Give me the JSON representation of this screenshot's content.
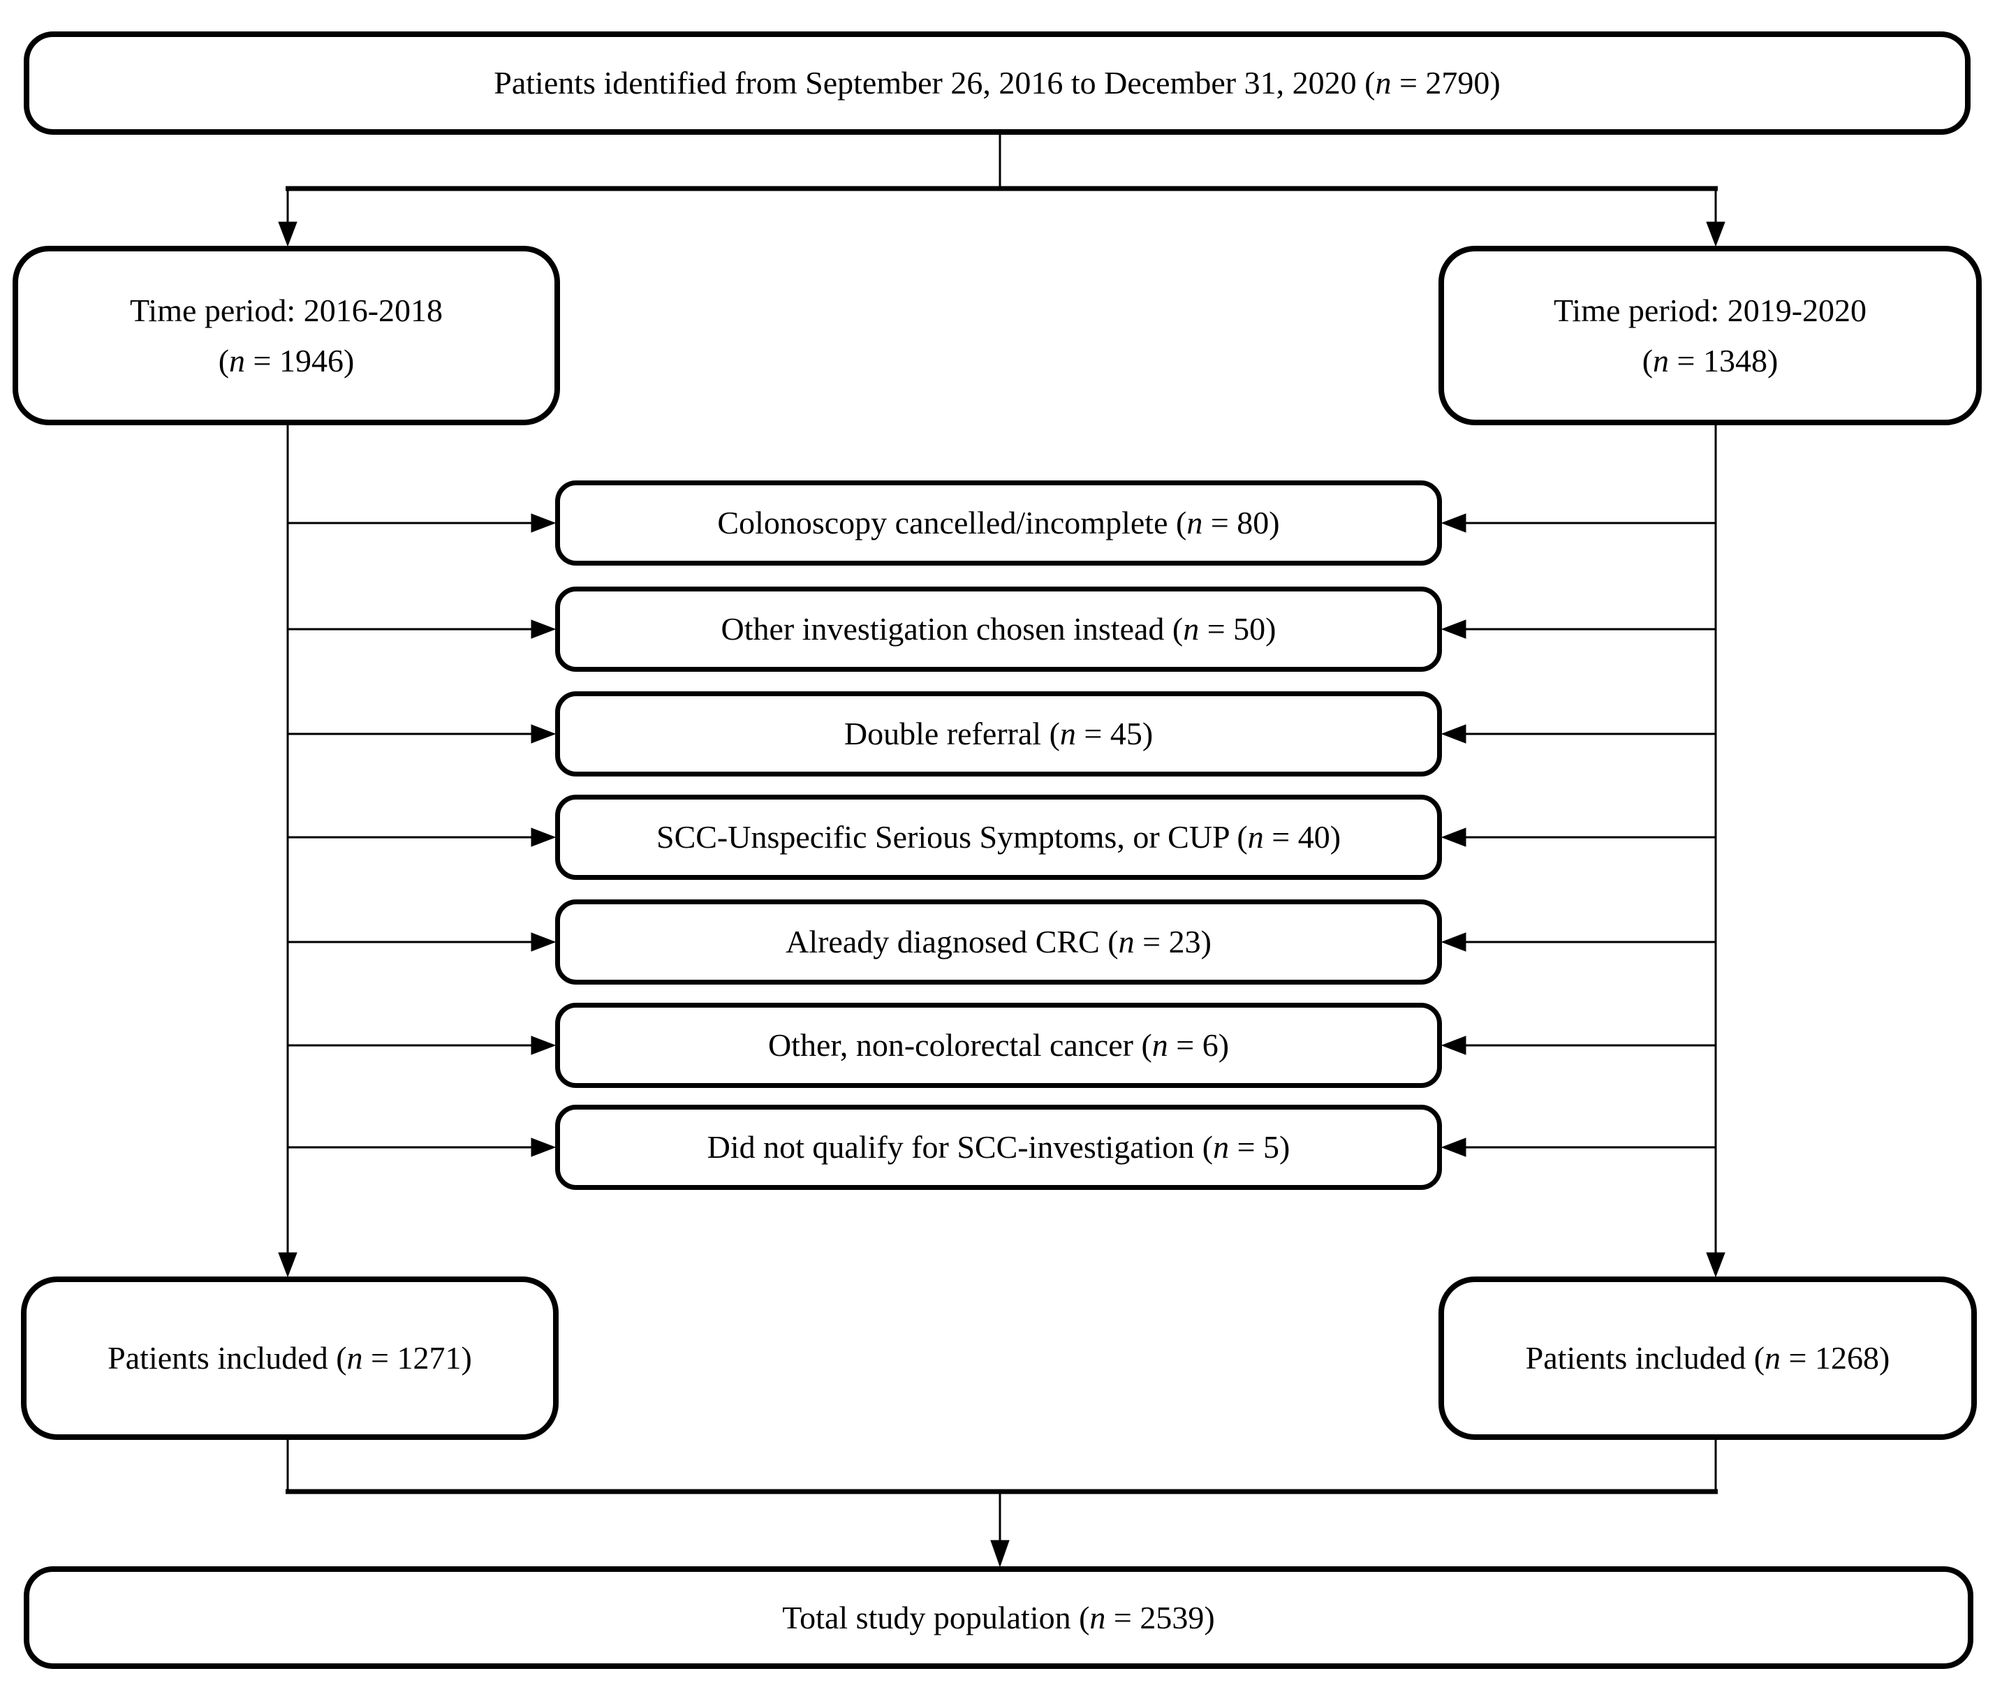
{
  "n_symbol": "n",
  "colors": {
    "line": "#000000",
    "box_border": "#000000",
    "box_fill": "#ffffff",
    "text": "#000000",
    "page_bg": "#ffffff"
  },
  "boxes": {
    "identified": {
      "pre": "Patients identified from September 26, 2016 to December 31, 2020 (",
      "post": " = 2790)"
    },
    "period_left": {
      "title": "Time period: 2016-2018",
      "pre": "(",
      "post": " = 1946)"
    },
    "period_right": {
      "title": "Time period: 2019-2020",
      "pre": "(",
      "post": " = 1348)"
    },
    "included_left": {
      "pre": "Patients included (",
      "post": " = 1271)"
    },
    "included_right": {
      "pre": "Patients included (",
      "post": " = 1268)"
    },
    "total": {
      "pre": "Total study population (",
      "post": " = 2539)"
    }
  },
  "exclusions": [
    {
      "pre": "Colonoscopy cancelled/incomplete (",
      "post": " = 80)"
    },
    {
      "pre": "Other investigation chosen instead (",
      "post": " = 50)"
    },
    {
      "pre": "Double referral (",
      "post": " = 45)"
    },
    {
      "pre": "SCC-Unspecific Serious Symptoms, or CUP (",
      "post": " = 40)"
    },
    {
      "pre": "Already diagnosed CRC (",
      "post": " = 23)"
    },
    {
      "pre": "Other, non-colorectal cancer (",
      "post": " = 6)"
    },
    {
      "pre": "Did not qualify for SCC-investigation (",
      "post": " = 5)"
    }
  ]
}
